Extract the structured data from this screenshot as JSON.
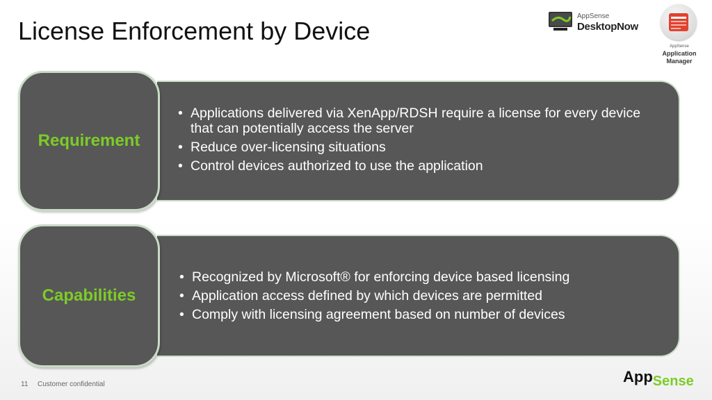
{
  "slide": {
    "title": "License Enforcement by Device"
  },
  "logo_desktopnow": {
    "small_text": "AppSense",
    "big_text": "DesktopNow"
  },
  "logo_app_manager": {
    "small_text": "AppSense",
    "line1": "Application",
    "line2": "Manager"
  },
  "sections": [
    {
      "heading": "Requirement",
      "bullets": [
        "Applications delivered via XenApp/RDSH require a license for every device that can potentially access the server",
        "Reduce over-licensing situations",
        "Control devices authorized to use the application"
      ]
    },
    {
      "heading": "Capabilities",
      "bullets": [
        "Recognized by Microsoft® for enforcing device based licensing",
        "Application access defined by which devices are permitted",
        "Comply with licensing agreement based on number of devices"
      ]
    }
  ],
  "footer": {
    "page_number": "11",
    "confidential": "Customer confidential",
    "brand_app": "App",
    "brand_sense": "Sense"
  },
  "colors": {
    "accent_green": "#7ccc26",
    "tile_gray": "#575757"
  }
}
